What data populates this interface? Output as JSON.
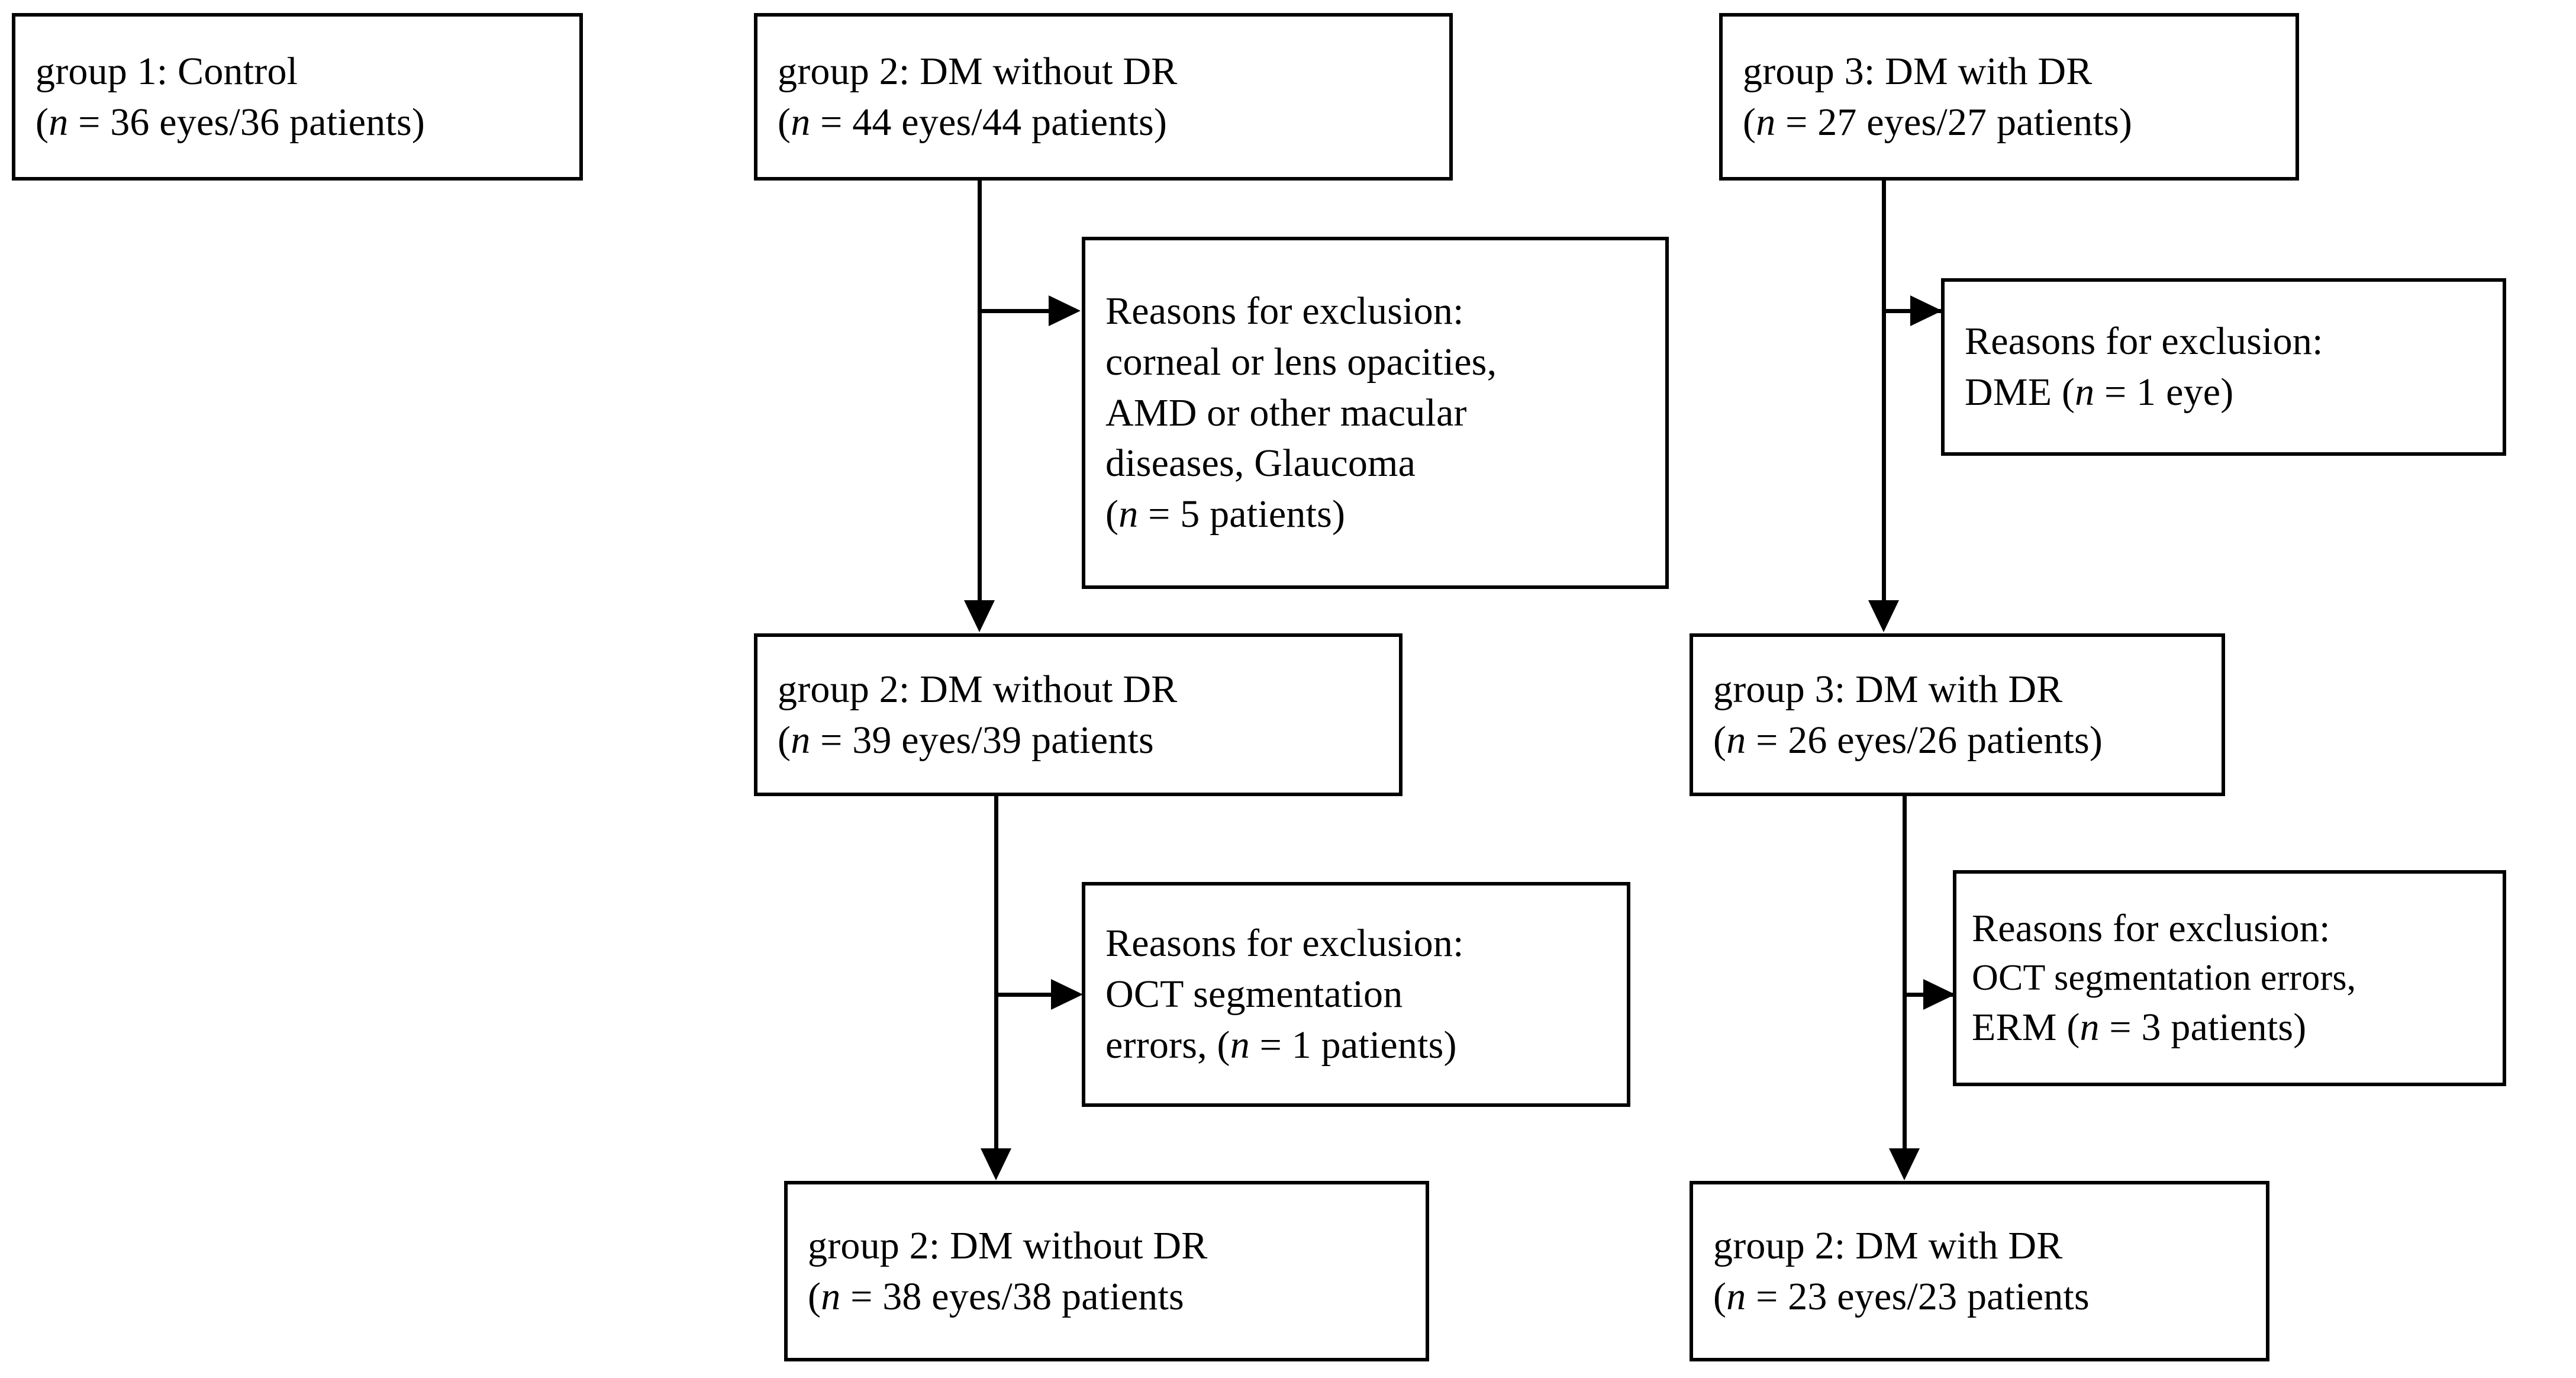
{
  "diagram": {
    "title": "Study participant flow diagram",
    "type": "flowchart",
    "colors": {
      "background": "#ffffff",
      "box_border": "#000000",
      "text": "#000000",
      "connector": "#000000"
    }
  },
  "nodes": {
    "group1": {
      "line1": "group 1: Control",
      "line2_prefix": "(",
      "line2_symbol": "n",
      "line2_suffix": " = 36 eyes/36 patients)"
    },
    "group2_initial": {
      "line1": "group 2: DM without DR",
      "line2_prefix": "(",
      "line2_symbol": "n",
      "line2_suffix": " = 44 eyes/44 patients)"
    },
    "group3_initial": {
      "line1": "group 3: DM with DR",
      "line2_prefix": "(",
      "line2_symbol": "n",
      "line2_suffix": " = 27 eyes/27 patients)"
    },
    "exclusion_group2_first": {
      "line1": "Reasons for exclusion:",
      "line2": "corneal or lens opacities,",
      "line3": "AMD or other macular",
      "line4": "diseases, Glaucoma",
      "line5_prefix": "(",
      "line5_symbol": "n",
      "line5_suffix": " = 5 patients)"
    },
    "exclusion_group3_first": {
      "line1": "Reasons for exclusion:",
      "line2_prefix": "DME (",
      "line2_symbol": "n",
      "line2_suffix": " = 1 eye)"
    },
    "group2_second": {
      "line1": "group 2: DM without DR",
      "line2_prefix": "(",
      "line2_symbol": "n",
      "line2_suffix": " = 39 eyes/39 patients"
    },
    "group3_second": {
      "line1": "group 3: DM with DR",
      "line2_prefix": "(",
      "line2_symbol": "n",
      "line2_suffix": " = 26 eyes/26 patients)"
    },
    "exclusion_group2_second": {
      "line1": "Reasons for exclusion:",
      "line2": "OCT segmentation",
      "line3_prefix": "errors, (",
      "line3_symbol": "n",
      "line3_suffix": " = 1 patients)"
    },
    "exclusion_group3_second": {
      "line1": "Reasons for exclusion:",
      "line2": "OCT segmentation errors,",
      "line3_prefix": "ERM (",
      "line3_symbol": "n",
      "line3_suffix": " = 3 patients)"
    },
    "group2_final": {
      "line1": "group 2: DM without DR",
      "line2_prefix": "(",
      "line2_symbol": "n",
      "line2_suffix": " = 38 eyes/38 patients"
    },
    "group3_final": {
      "line1": "group 2: DM with DR",
      "line2_prefix": "(",
      "line2_symbol": "n",
      "line2_suffix": " = 23 eyes/23 patients"
    }
  }
}
